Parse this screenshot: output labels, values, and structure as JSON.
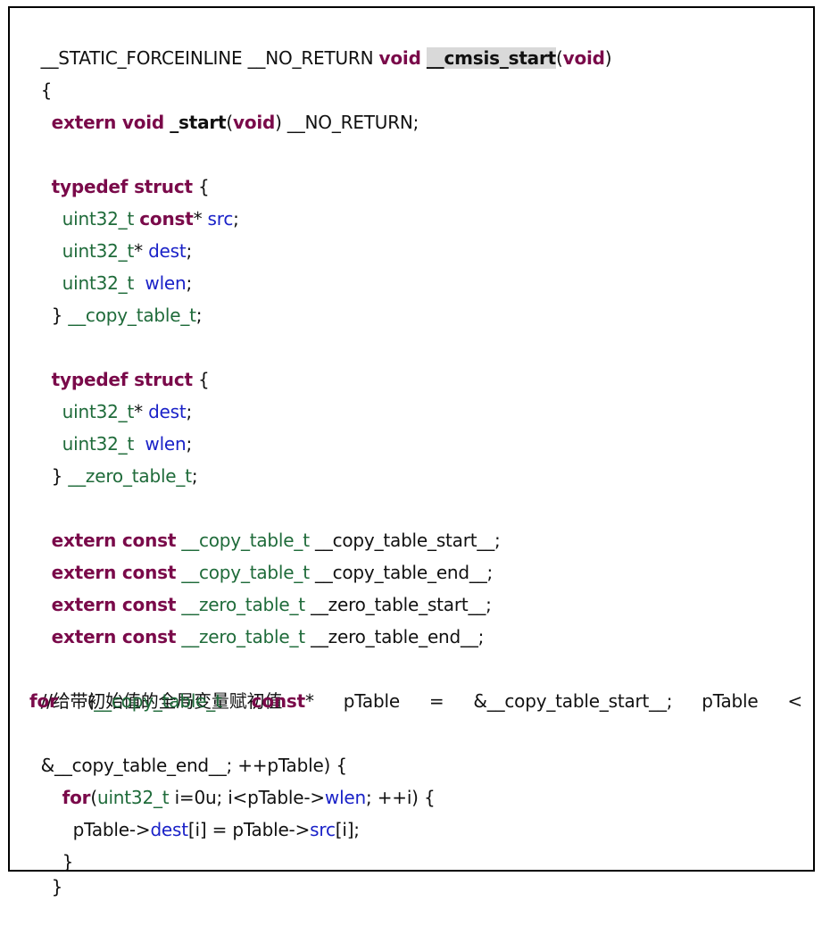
{
  "code": {
    "l1": [
      "__STATIC_FORCEINLINE __NO_RETURN ",
      "void",
      " ",
      "__cmsis_start",
      "(",
      "void",
      ")"
    ],
    "l2": "{",
    "l3": [
      "extern void",
      " ",
      "_start",
      "(",
      "void",
      ") __NO_RETURN;"
    ],
    "struct1": {
      "head": [
        "typedef struct",
        " {"
      ],
      "f1": [
        "uint32_t",
        " ",
        "const",
        "* ",
        "src",
        ";"
      ],
      "f2": [
        "uint32_t",
        "* ",
        "dest",
        ";"
      ],
      "f3": [
        "uint32_t",
        "  ",
        "wlen",
        ";"
      ],
      "end": [
        "} ",
        "__copy_table_t",
        ";"
      ]
    },
    "struct2": {
      "head": [
        "typedef struct",
        " {"
      ],
      "f1": [
        "uint32_t",
        "* ",
        "dest",
        ";"
      ],
      "f2": [
        "uint32_t",
        "  ",
        "wlen",
        ";"
      ],
      "end": [
        "} ",
        "__zero_table_t",
        ";"
      ]
    },
    "externs": [
      [
        "extern const",
        " ",
        "__copy_table_t",
        " __copy_table_start__;"
      ],
      [
        "extern const",
        " ",
        "__copy_table_t",
        " __copy_table_end__;"
      ],
      [
        "extern const",
        " ",
        "__zero_table_t",
        " __zero_table_start__;"
      ],
      [
        "extern const",
        " ",
        "__zero_table_t",
        " __zero_table_end__;"
      ]
    ],
    "comment": "//给带初始值的全局变量赋初值",
    "for1": {
      "parts": [
        "for",
        "(",
        "__copy_table_t",
        "const",
        "*",
        "pTable",
        "=",
        "&__copy_table_start__;",
        "pTable",
        "<"
      ],
      "cont": "&__copy_table_end__; ++pTable) {"
    },
    "for2": [
      "for",
      "(",
      "uint32_t",
      " i=0u; i<pTable->",
      "wlen",
      "; ++i) {"
    ],
    "assign": [
      "pTable->",
      "dest",
      "[i] = pTable->",
      "src",
      "[i];"
    ],
    "close_inner": "}",
    "close_outer": "}"
  }
}
